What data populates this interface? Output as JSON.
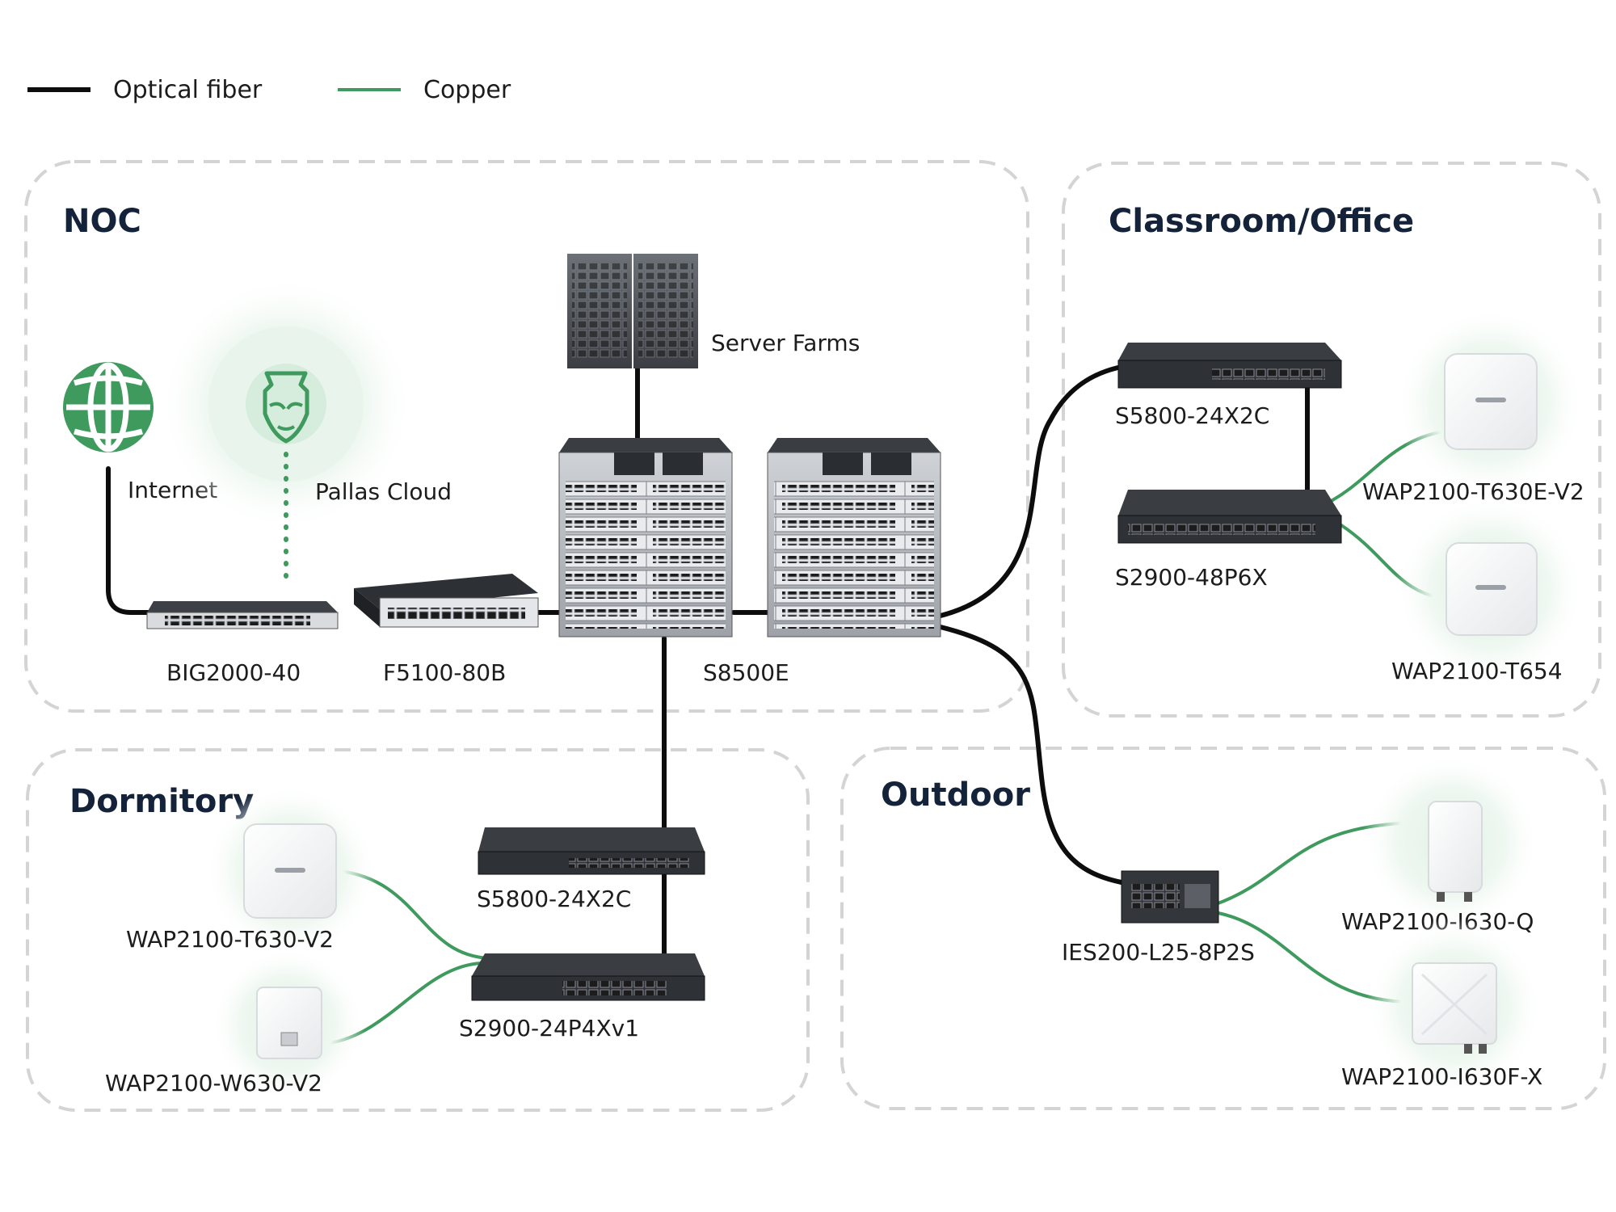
{
  "legend": {
    "fiber_label": "Optical fiber",
    "copper_label": "Copper",
    "fiber_color": "#0d0d0d",
    "copper_color": "#3f9a5e"
  },
  "zones": {
    "noc": "NOC",
    "classroom": "Classroom/Office",
    "dormitory": "Dormitory",
    "outdoor": "Outdoor"
  },
  "labels": {
    "internet": "Internet",
    "pallas_cloud": "Pallas Cloud",
    "server_farms": "Server Farms",
    "big2000": "BIG2000-40",
    "f5100": "F5100-80B",
    "s8500e": "S8500E",
    "cls_s5800": "S5800-24X2C",
    "cls_s2900": "S2900-48P6X",
    "wap_t630e": "WAP2100-T630E-V2",
    "wap_t654": "WAP2100-T654",
    "dorm_s5800": "S5800-24X2C",
    "dorm_s2900": "S2900-24P4Xv1",
    "wap_t630": "WAP2100-T630-V2",
    "wap_w630": "WAP2100-W630-V2",
    "ies200": "IES200-L25-8P2S",
    "wap_i630q": "WAP2100-I630-Q",
    "wap_i630fx": "WAP2100-I630F-X"
  },
  "icons": {
    "globe": "globe-icon",
    "cloud": "pallas-cloud-icon",
    "server": "server-rack-icon",
    "switch": "network-switch-icon",
    "chassis": "chassis-switch-icon",
    "access_point": "access-point-icon"
  }
}
